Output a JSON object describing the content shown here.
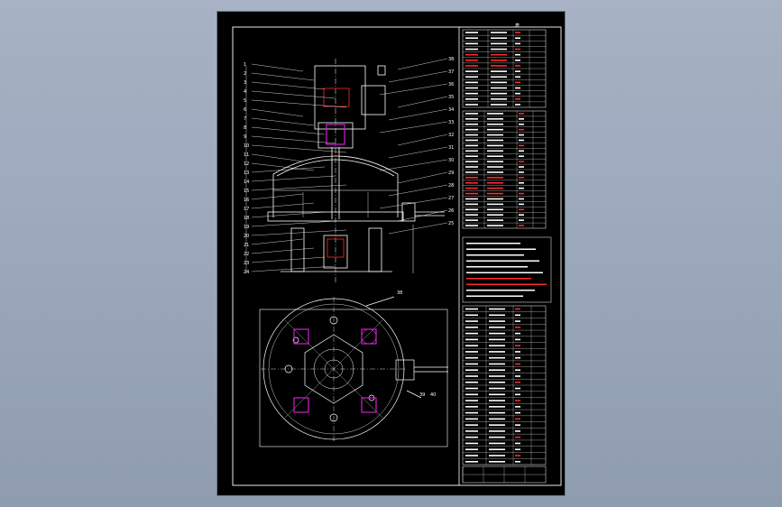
{
  "window": {
    "background_colors": [
      "#a7b2c4",
      "#8f9cb0"
    ]
  },
  "drawing": {
    "theme": {
      "paper": "#000000",
      "frame": "#ffffff",
      "outline": "#ffffff",
      "centerline": "#ffffff",
      "highlight_red": "#ff2a2a",
      "highlight_magenta": "#d020d0"
    },
    "elevation_view": {
      "callouts_left": [
        "1",
        "2",
        "3",
        "4",
        "5",
        "6",
        "7",
        "8",
        "9",
        "10",
        "11",
        "12",
        "13",
        "14",
        "15",
        "16",
        "17",
        "18",
        "19",
        "20",
        "21",
        "22",
        "23",
        "24"
      ],
      "callouts_right": [
        "38",
        "37",
        "36",
        "35",
        "34",
        "33",
        "32",
        "31",
        "30",
        "29",
        "28",
        "27",
        "26",
        "25"
      ]
    },
    "plan_view": {
      "callouts": [
        "38",
        "39",
        "40"
      ]
    },
    "tables": {
      "title_block_header": "表",
      "parts_header": "序号 名称 数量 材料 备注",
      "notes_header": "技术要求",
      "nozzle_header": "管口表"
    }
  }
}
